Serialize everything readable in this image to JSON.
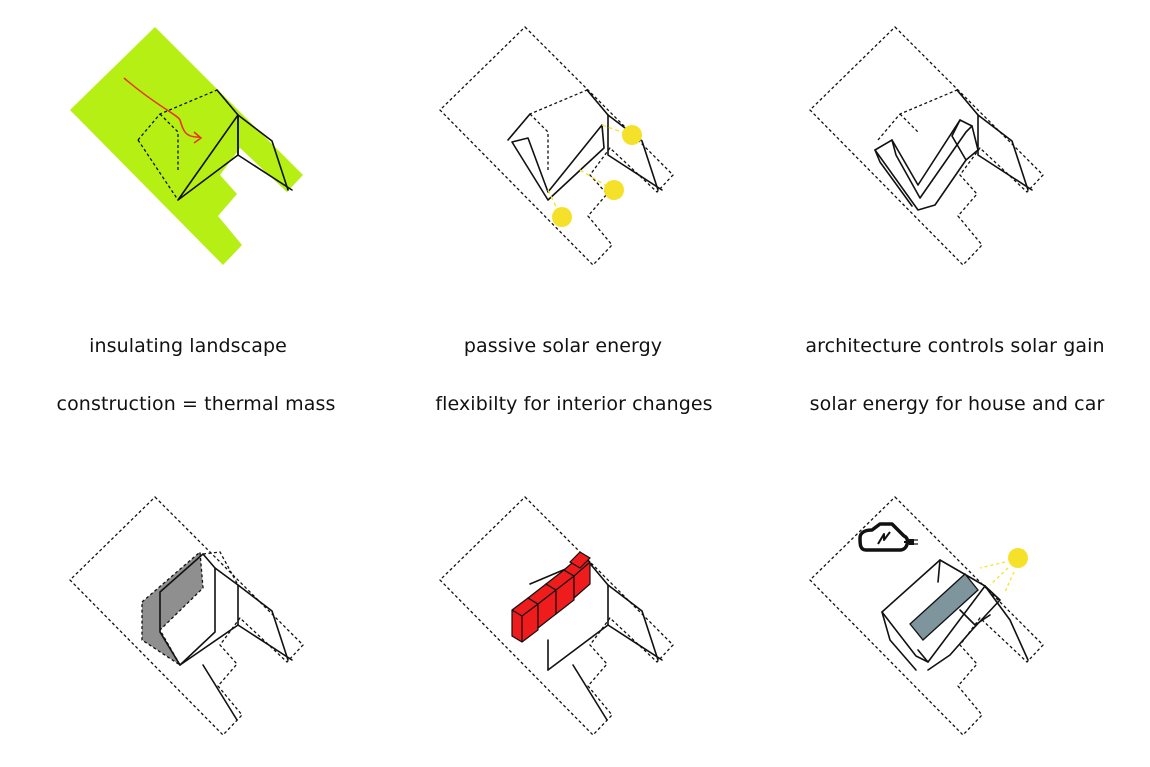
{
  "captions": {
    "insulating_landscape": "insulating landscape",
    "passive_solar_energy": "passive solar energy",
    "architecture_controls_solar_gain": "architecture controls solar gain",
    "construction_thermal_mass": "construction = thermal mass",
    "flexibility_interior_changes": "flexibilty for interior changes",
    "solar_energy_house_car": "solar energy for house and car"
  },
  "colors": {
    "landscape_green": "#b6ef13",
    "glazing_blue": "#b8dcf3",
    "shading_tan": "#d8a774",
    "thermal_mass_grey": "#b3b3b3",
    "interior_red": "#ee1c1c",
    "pv_panel_slate": "#7e959d",
    "sun_yellow": "#f5e12a",
    "flow_arrow_red": "#e8321e"
  },
  "icons": [
    "sun-icon",
    "electric-car-icon",
    "wind-flow-arrow-icon"
  ]
}
